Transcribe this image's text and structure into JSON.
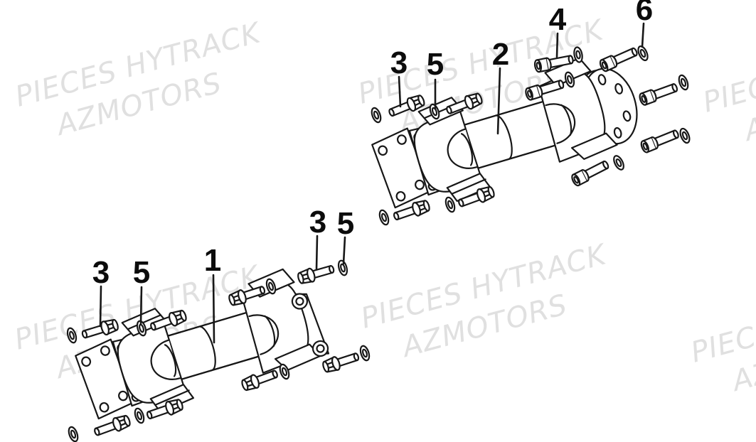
{
  "watermark": {
    "line1": "PIECES HYTRACK",
    "line2": "AZMOTORS",
    "color": "#e0e0e0"
  },
  "callouts": [
    {
      "label": "3",
      "target": "upper-shaft-flange-bolt"
    },
    {
      "label": "5",
      "target": "upper-shaft-washer"
    },
    {
      "label": "2",
      "target": "upper-shaft-assembly"
    },
    {
      "label": "4",
      "target": "upper-shaft-bolt"
    },
    {
      "label": "6",
      "target": "upper-shaft-washer-right"
    },
    {
      "label": "3",
      "target": "lower-shaft-flange-bolt"
    },
    {
      "label": "5",
      "target": "lower-shaft-washer"
    },
    {
      "label": "1",
      "target": "lower-shaft-assembly"
    },
    {
      "label": "3",
      "target": "lower-shaft-mid-bolt"
    },
    {
      "label": "5",
      "target": "lower-shaft-mid-washer"
    }
  ],
  "colors": {
    "line": "#171717",
    "label": "#0c0c0c",
    "background": "#ffffff",
    "watermark": "#e0e0e0"
  }
}
